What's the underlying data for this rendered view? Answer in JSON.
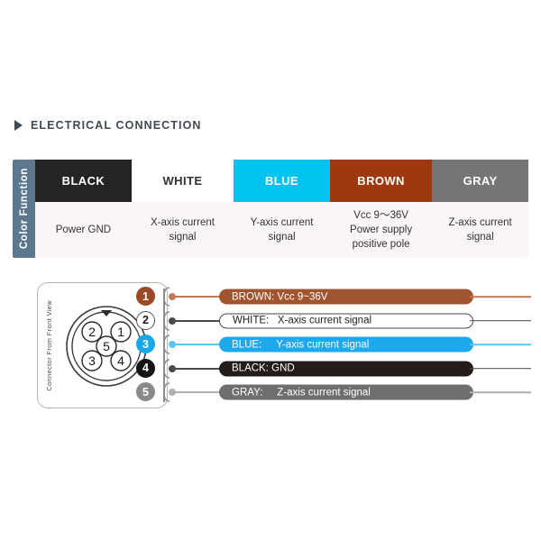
{
  "section": {
    "marker_icon": "triangle-right-icon",
    "title": "ELECTRICAL CONNECTION"
  },
  "table": {
    "side_label": "Color Function",
    "columns": [
      {
        "color_name": "BLACK",
        "header_bg": "#242424",
        "header_fg": "#ffffff",
        "function": "Power GND"
      },
      {
        "color_name": "WHITE",
        "header_bg": "#ffffff",
        "header_fg": "#333333",
        "function": "X-axis current\nsignal"
      },
      {
        "color_name": "BLUE",
        "header_bg": "#00c3f0",
        "header_fg": "#ffffff",
        "function": "Y-axis current\nsignal"
      },
      {
        "color_name": "BROWN",
        "header_bg": "#a0380f",
        "header_fg": "#ffffff",
        "function": "Vcc 9～36V\nPower supply\npositive pole"
      },
      {
        "color_name": "GRAY",
        "header_bg": "#767676",
        "header_fg": "#ffffff",
        "function": "Z-axis current\nsignal"
      }
    ],
    "cell_bg": "#faf6f8",
    "side_label_bg": "#5b788e"
  },
  "connector": {
    "view_label": "Connector From Front View",
    "pin_positions": [
      "1",
      "2",
      "3",
      "4",
      "5"
    ],
    "border_color": "#b5b5b5"
  },
  "wiring": [
    {
      "pin": "1",
      "badge_bg": "#9b4a27",
      "badge_fg": "#ffffff",
      "badge_border": "#9b4a27",
      "wire_color": "#a0552f",
      "text_color": "#ffffff",
      "lead_color": "#c2795a",
      "label": "BROWN:",
      "spacer": " ",
      "value": "Vcc 9~36V"
    },
    {
      "pin": "2",
      "badge_bg": "#ffffff",
      "badge_fg": "#1a1a1a",
      "badge_border": "#555555",
      "wire_color": "#ffffff",
      "text_color": "#222222",
      "lead_color": "#4a4a4a",
      "label": "WHITE:",
      "spacer": "   ",
      "value": "X-axis current signal"
    },
    {
      "pin": "3",
      "badge_bg": "#18a7e8",
      "badge_fg": "#ffffff",
      "badge_border": "#18a7e8",
      "wire_color": "#1fa9ed",
      "text_color": "#ffffff",
      "lead_color": "#5fc4f2",
      "label": "BLUE:",
      "spacer": "     ",
      "value": "Y-axis current signal"
    },
    {
      "pin": "4",
      "badge_bg": "#141414",
      "badge_fg": "#ffffff",
      "badge_border": "#141414",
      "wire_color": "#231c18",
      "text_color": "#ffffff",
      "lead_color": "#4a4a4a",
      "label": "BLACK:",
      "spacer": " ",
      "value": "GND"
    },
    {
      "pin": "5",
      "badge_bg": "#8a8a8a",
      "badge_fg": "#ffffff",
      "badge_border": "#8a8a8a",
      "wire_color": "#6e6e6e",
      "text_color": "#ffffff",
      "lead_color": "#b0b0b0",
      "label": "GRAY:",
      "spacer": "     ",
      "value": "Z-axis current signal"
    }
  ]
}
